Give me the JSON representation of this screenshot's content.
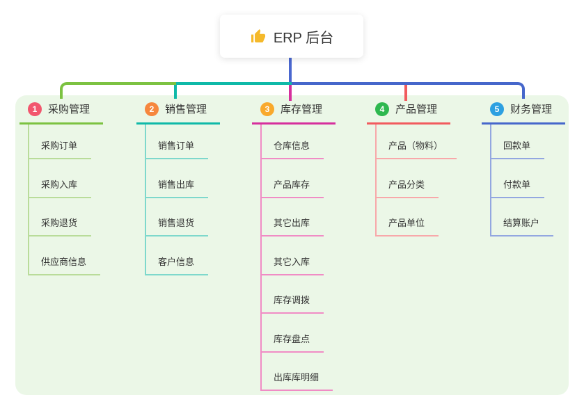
{
  "root": {
    "title": "ERP 后台",
    "icon": "thumbs-up-icon",
    "icon_color": "#f5b92a",
    "line_color": "#4a67cf"
  },
  "panel": {
    "background": "#ebf7e7"
  },
  "branches": [
    {
      "index": "1",
      "title": "采购管理",
      "badge_color": "#f2566d",
      "line_color": "#7cc241",
      "item_line_color": "#b9dc9a",
      "items": [
        "采购订单",
        "采购入库",
        "采购退货",
        "供应商信息"
      ]
    },
    {
      "index": "2",
      "title": "销售管理",
      "badge_color": "#f6873e",
      "line_color": "#0fb9a8",
      "item_line_color": "#7ed8cc",
      "items": [
        "销售订单",
        "销售出库",
        "销售退货",
        "客户信息"
      ]
    },
    {
      "index": "3",
      "title": "库存管理",
      "badge_color": "#f9a92c",
      "line_color": "#d62f9d",
      "item_line_color": "#f08cc5",
      "items": [
        "仓库信息",
        "产品库存",
        "其它出库",
        "其它入库",
        "库存调拨",
        "库存盘点",
        "出库库明细"
      ]
    },
    {
      "index": "4",
      "title": "产品管理",
      "badge_color": "#2eb84f",
      "line_color": "#f15b5e",
      "item_line_color": "#f8a8aa",
      "items": [
        "产品（物料）",
        "产品分类",
        "产品单位"
      ]
    },
    {
      "index": "5",
      "title": "财务管理",
      "badge_color": "#2da0e1",
      "line_color": "#4667cb",
      "item_line_color": "#93a7e0",
      "items": [
        "回款单",
        "付款单",
        "结算账户"
      ]
    }
  ],
  "text_color": "#333333"
}
